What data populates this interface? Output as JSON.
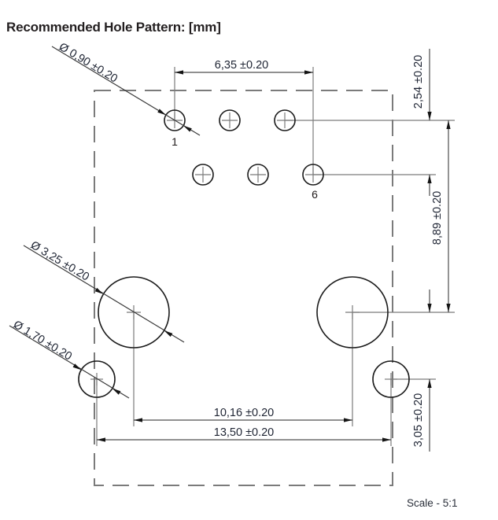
{
  "title": "Recommended Hole Pattern: [mm]",
  "scale_label": "Scale - 5:1",
  "drawing": {
    "kind": "connector-hole-pattern",
    "unit": "mm",
    "pin_labels": {
      "first_pin": "1",
      "last_pin": "6"
    },
    "dimensions": {
      "pin_hole_diameter": "Ø 0,90 ±0.20",
      "pin_row_span": "6,35 ±0.20",
      "pin_row_pitch": "2,54 ±0.20",
      "pin_to_post_vertical": "8,89 ±0.20",
      "post_hole_diameter": "Ø 3,25 ±0.20",
      "latch_hole_diameter": "Ø 1,70 ±0.20",
      "post_hole_span": "10,16 ±0.20",
      "latch_hole_span": "13,50 ±0.20",
      "post_to_latch_vertical": "3,05 ±0.20"
    },
    "colors": {
      "background": "#ffffff",
      "outline": "#1b1b1b",
      "extension_lines": "#7c7c7c",
      "dimension_lines": "#4d4d4d",
      "boundary_dashed": "#7b7b7b",
      "text": "#1e2433",
      "title": "#231f20"
    }
  }
}
